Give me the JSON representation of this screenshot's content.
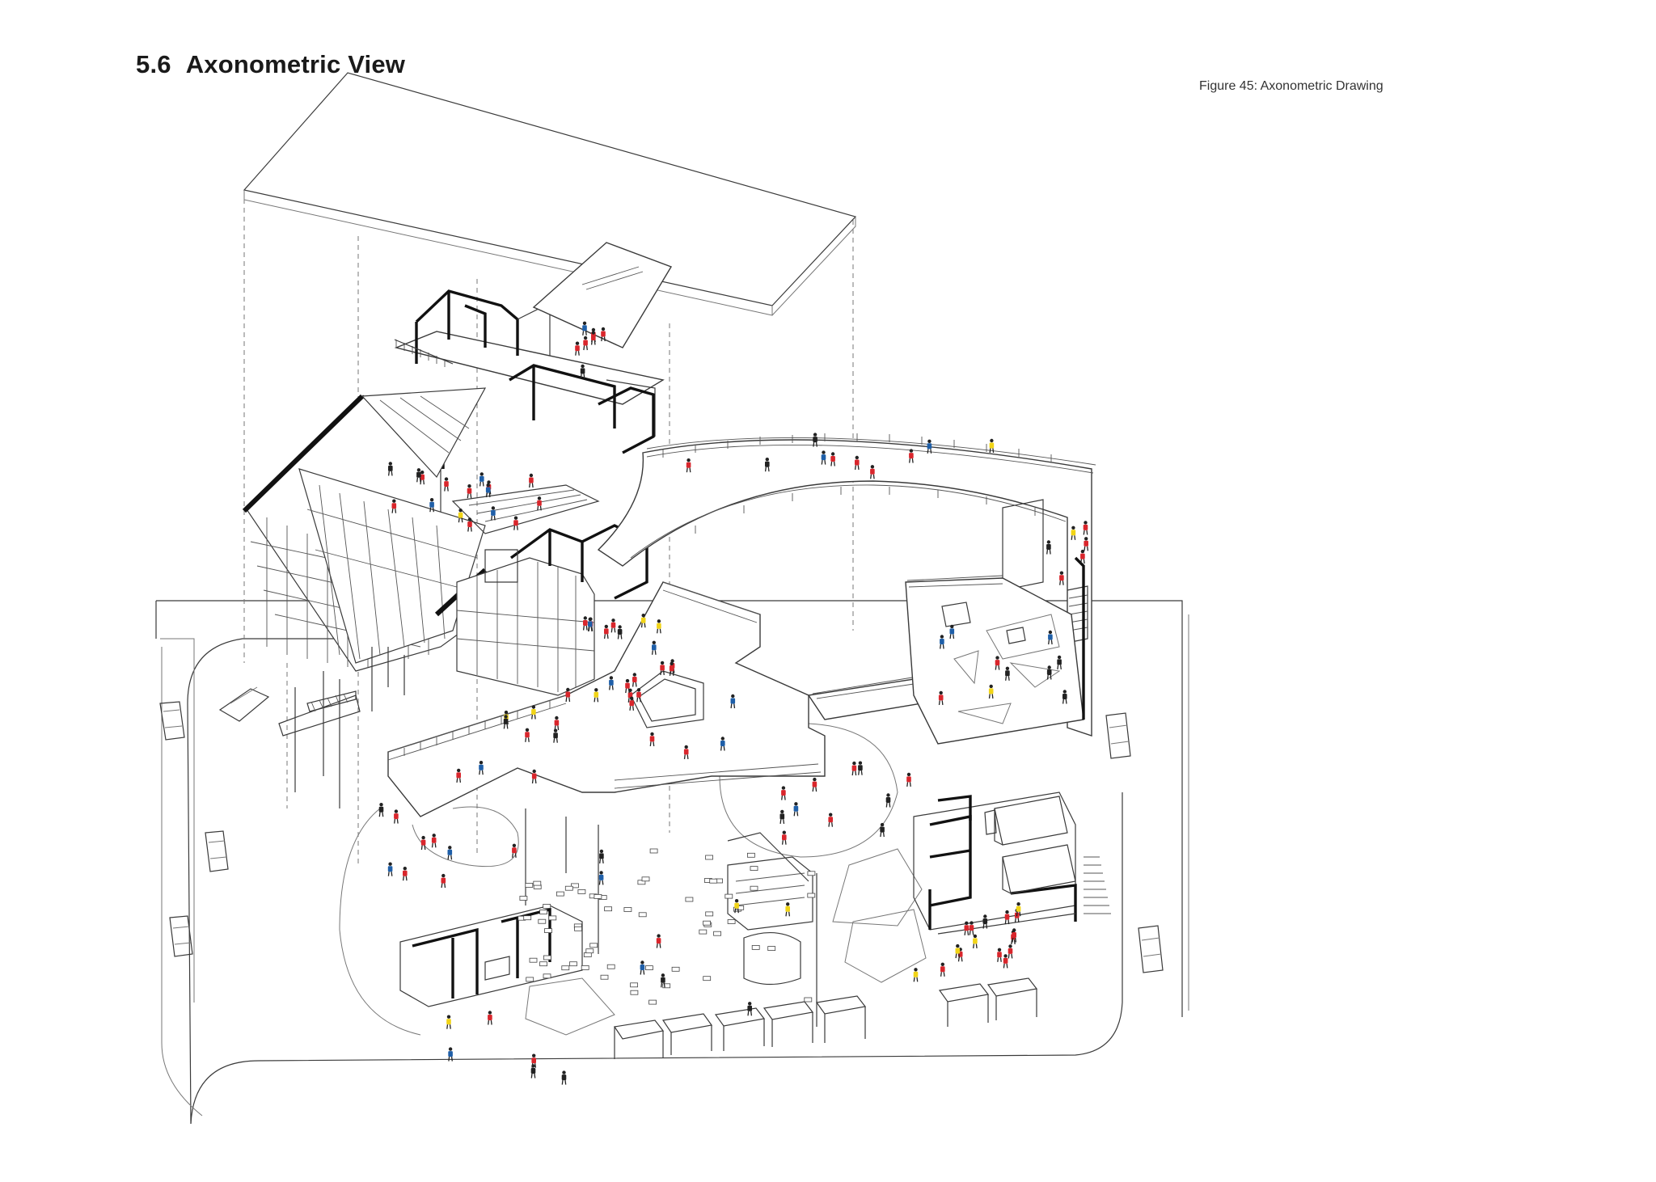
{
  "heading": {
    "number": "5.6",
    "title": "Axonometric View"
  },
  "caption": "Figure 45: Axonometric Drawing",
  "colors": {
    "line": "#3a3a3a",
    "people_red": "#d9262c",
    "people_blue": "#1f5fa8",
    "people_yellow": "#f1d417",
    "people_dark": "#222222"
  },
  "legend_people": {
    "red_count": 70,
    "blue_count": 22,
    "yellow_count": 16,
    "dark_count": 24
  }
}
